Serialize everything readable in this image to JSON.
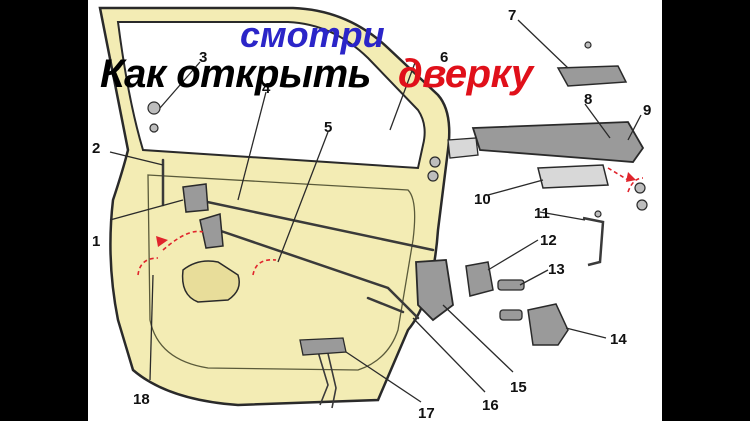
{
  "overlay": {
    "top_text": "смотри",
    "line_black": "Как открыть",
    "line_red": "дверку"
  },
  "callouts": [
    "1",
    "2",
    "3",
    "4",
    "5",
    "6",
    "7",
    "8",
    "9",
    "10",
    "11",
    "12",
    "13",
    "14",
    "15",
    "16",
    "17",
    "18"
  ],
  "colors": {
    "door_fill": "#f3ecb4",
    "outline": "#2a2a2a",
    "part_fill": "#9a9a9a",
    "dash_red": "#e0242c",
    "letterbox": "#000000",
    "title_blue": "#2b25c8",
    "title_red": "#e0101a"
  }
}
